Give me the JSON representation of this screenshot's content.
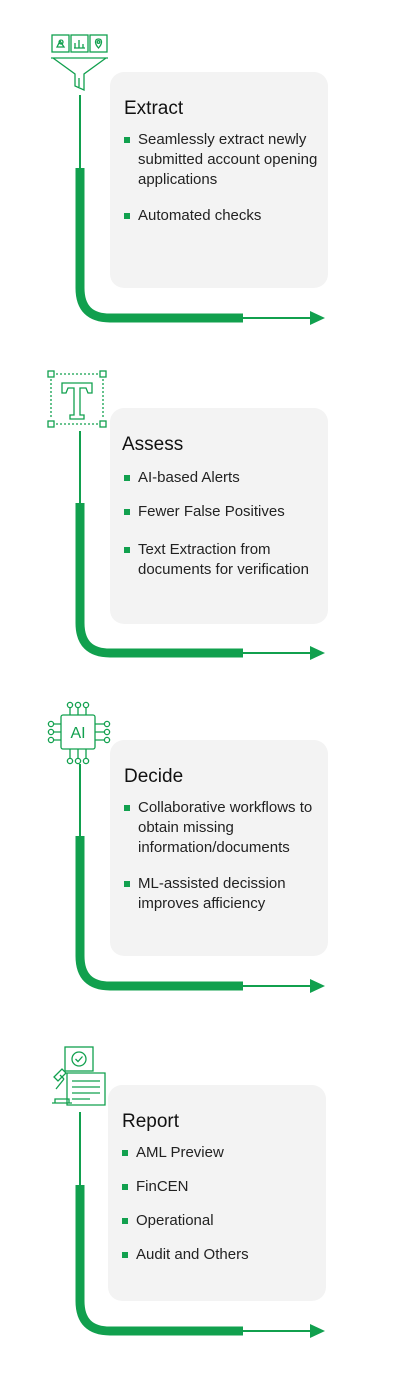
{
  "stages": [
    {
      "title": "Extract",
      "icon": "funnel-icon",
      "items": [
        "Seamlessly extract newly submitted account opening applications",
        "Automated checks"
      ]
    },
    {
      "title": "Assess",
      "icon": "text-frame-icon",
      "items": [
        "AI-based Alerts",
        "Fewer False Positives",
        "Text Extraction from documents for verification"
      ]
    },
    {
      "title": "Decide",
      "icon": "ai-chip-icon",
      "items": [
        "Collaborative workflows to obtain missing information/documents",
        "ML-assisted decission improves afficiency"
      ]
    },
    {
      "title": "Report",
      "icon": "report-gavel-icon",
      "items": [
        "AML Preview",
        "FinCEN",
        "Operational",
        "Audit and Others"
      ]
    }
  ],
  "colors": {
    "accent": "#11a04e",
    "card_bg": "#f3f3f3",
    "text": "#222222"
  }
}
